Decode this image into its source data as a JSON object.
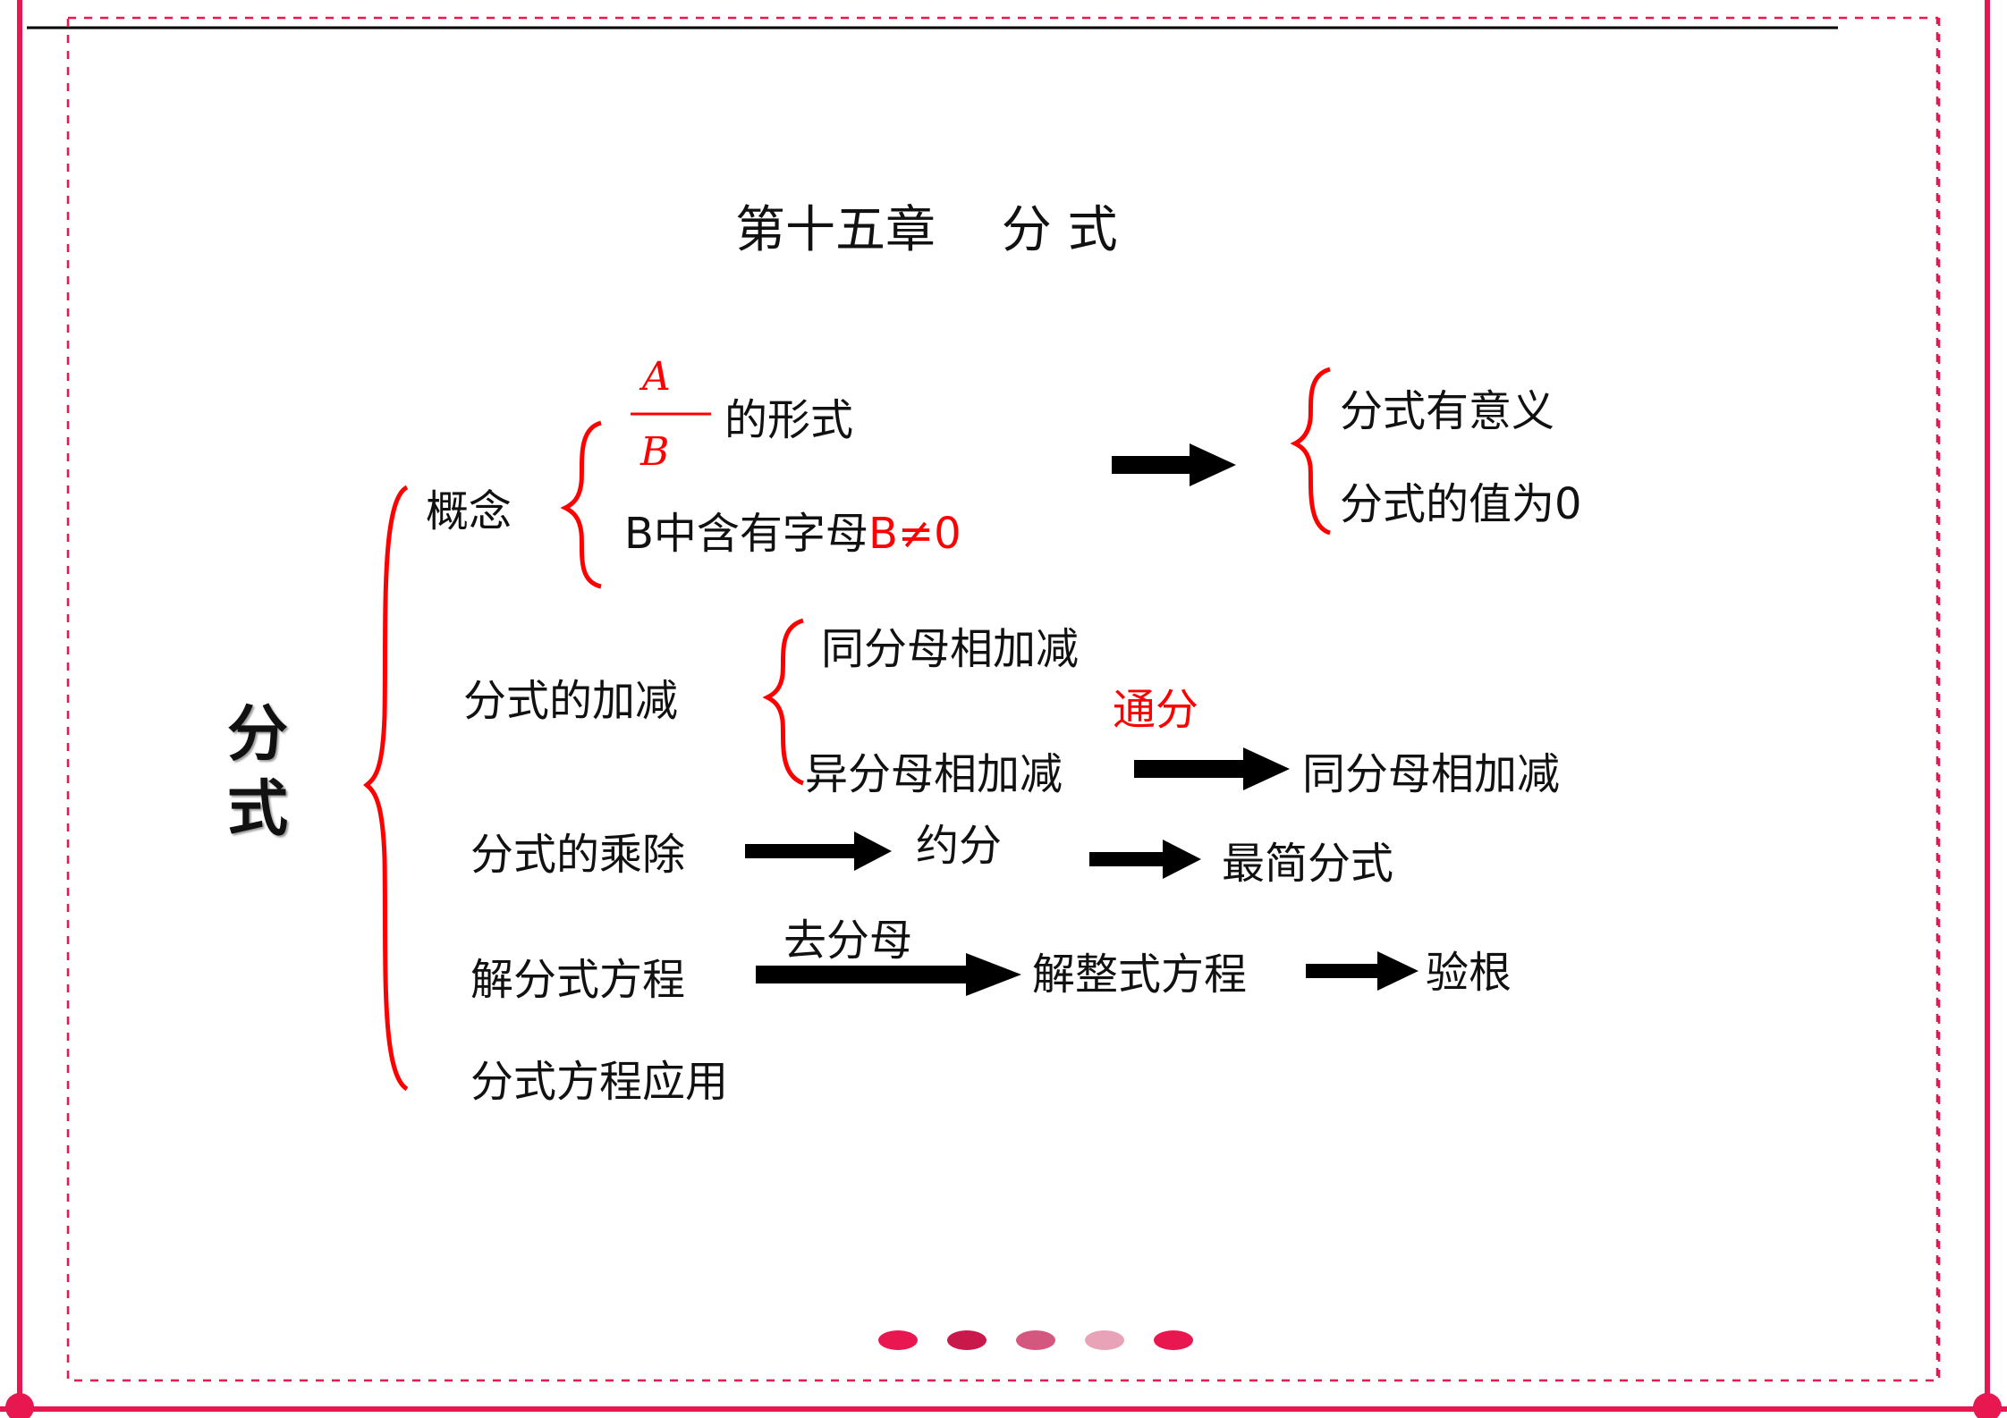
{
  "title": "第十五章　 分  式",
  "root": "分式",
  "fraction": {
    "numerator": "A",
    "denominator": "B"
  },
  "concept": {
    "label": "概念",
    "form": "的形式",
    "condition_black": "B中含有字母",
    "condition_red": "B≠0",
    "results": [
      "分式有意义",
      "分式的值为0"
    ]
  },
  "addsub": {
    "label": "分式的加减",
    "same": "同分母相加减",
    "diff": "异分母相加减",
    "arrow_label": "通分",
    "result": "同分母相加减"
  },
  "muldiv": {
    "label": "分式的乘除",
    "step": "约分",
    "result": "最简分式"
  },
  "equation": {
    "label": "解分式方程",
    "arrow_label": "去分母",
    "step": "解整式方程",
    "result": "验根"
  },
  "application": "分式方程应用",
  "colors": {
    "border": "#e8174f",
    "accent": "#ff0000",
    "dots": [
      "#e8174f",
      "#c9184a",
      "#d4577f",
      "#e8a3b8",
      "#e8174f"
    ]
  }
}
